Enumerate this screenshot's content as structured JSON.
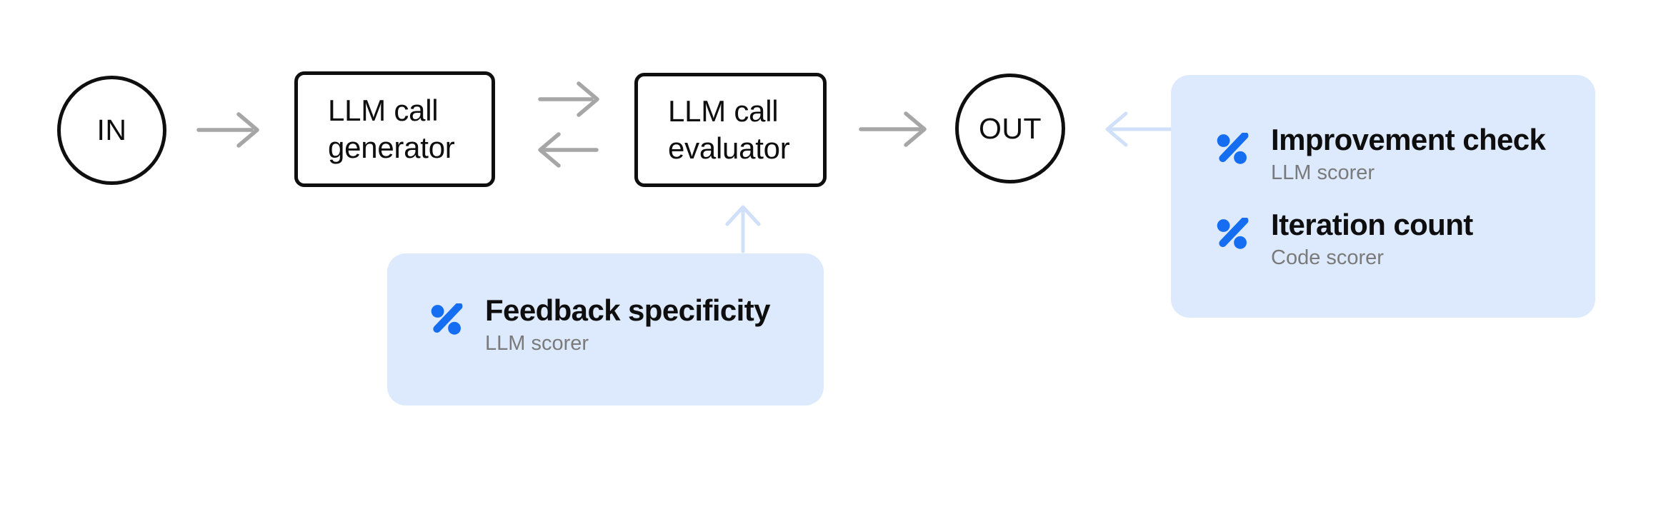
{
  "colors": {
    "blue-accent": "#156df2",
    "panel-bg": "#dde9fc",
    "arrow-gray": "#a6a6a6",
    "arrow-blue": "#d0e0f8",
    "text-primary": "#0e0e0e",
    "text-secondary": "#7a7a7a",
    "node-stroke": "#0f0f0f",
    "canvas-bg": "#ffffff"
  },
  "flow": {
    "input_label": "IN",
    "generator_label": "LLM call generator",
    "evaluator_label": "LLM call evaluator",
    "output_label": "OUT"
  },
  "edges": [
    {
      "from": "input",
      "to": "generator",
      "style": "gray",
      "direction": "right"
    },
    {
      "from": "generator",
      "to": "evaluator",
      "style": "gray",
      "direction": "right"
    },
    {
      "from": "evaluator",
      "to": "generator",
      "style": "gray",
      "direction": "left"
    },
    {
      "from": "evaluator",
      "to": "output",
      "style": "gray",
      "direction": "right"
    },
    {
      "from": "output-scorer-panel",
      "to": "output",
      "style": "light-blue",
      "direction": "left"
    },
    {
      "from": "feedback-scorer-panel",
      "to": "evaluator",
      "style": "light-blue",
      "direction": "up"
    }
  ],
  "icons": {
    "scorer": "percent-icon"
  },
  "feedback_scorer_panel": {
    "items": [
      {
        "title": "Feedback specificity",
        "subtitle": "LLM scorer"
      }
    ]
  },
  "output_scorer_panel": {
    "items": [
      {
        "title": "Improvement check",
        "subtitle": "LLM scorer"
      },
      {
        "title": "Iteration count",
        "subtitle": "Code scorer"
      }
    ]
  }
}
